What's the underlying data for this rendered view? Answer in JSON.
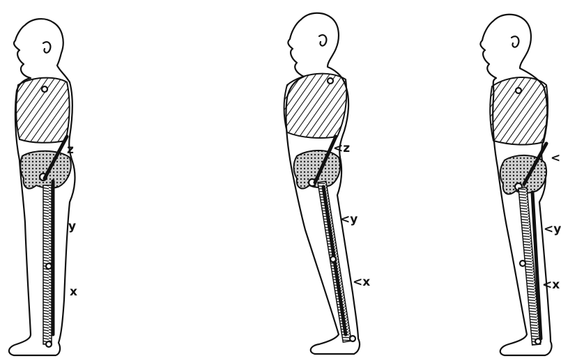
{
  "figures": [
    {
      "labels": {
        "z": "z",
        "y": "y",
        "x": "x"
      }
    },
    {
      "labels": {
        "z": "<z",
        "y": "<y",
        "x": "<x"
      }
    },
    {
      "labels": {
        "z": "<z",
        "y": "<y",
        "x": "<x"
      }
    }
  ]
}
